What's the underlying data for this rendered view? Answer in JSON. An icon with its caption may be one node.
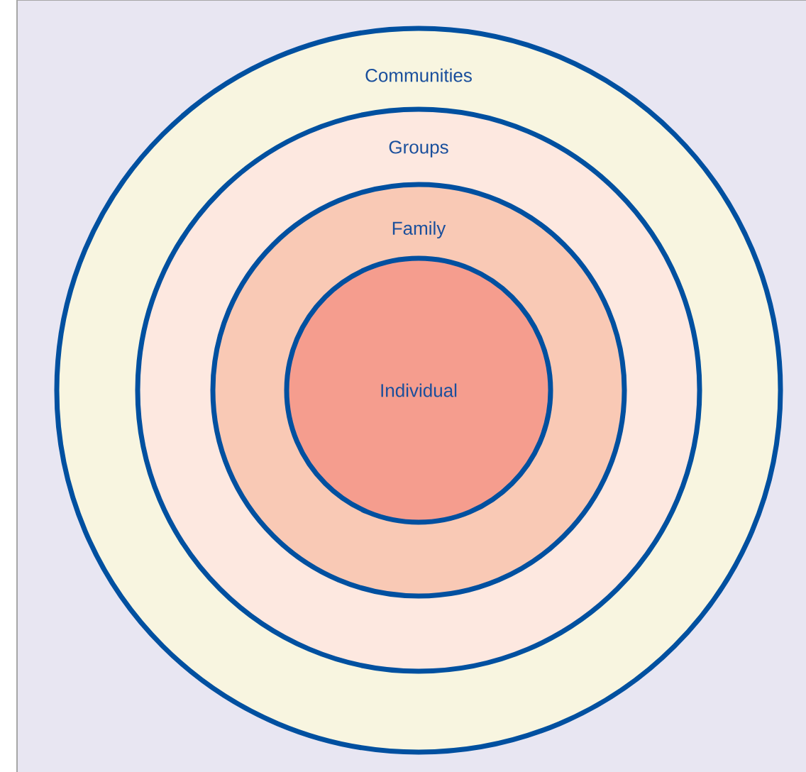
{
  "diagram": {
    "nodes": [
      {
        "text": [
          "Communities"
        ]
      },
      {
        "text": [
          "Groups"
        ],
        "in": 0
      },
      {
        "text": [
          "Family"
        ],
        "in": 1
      },
      {
        "text": [
          "Individual"
        ],
        "in": 2
      }
    ]
  }
}
